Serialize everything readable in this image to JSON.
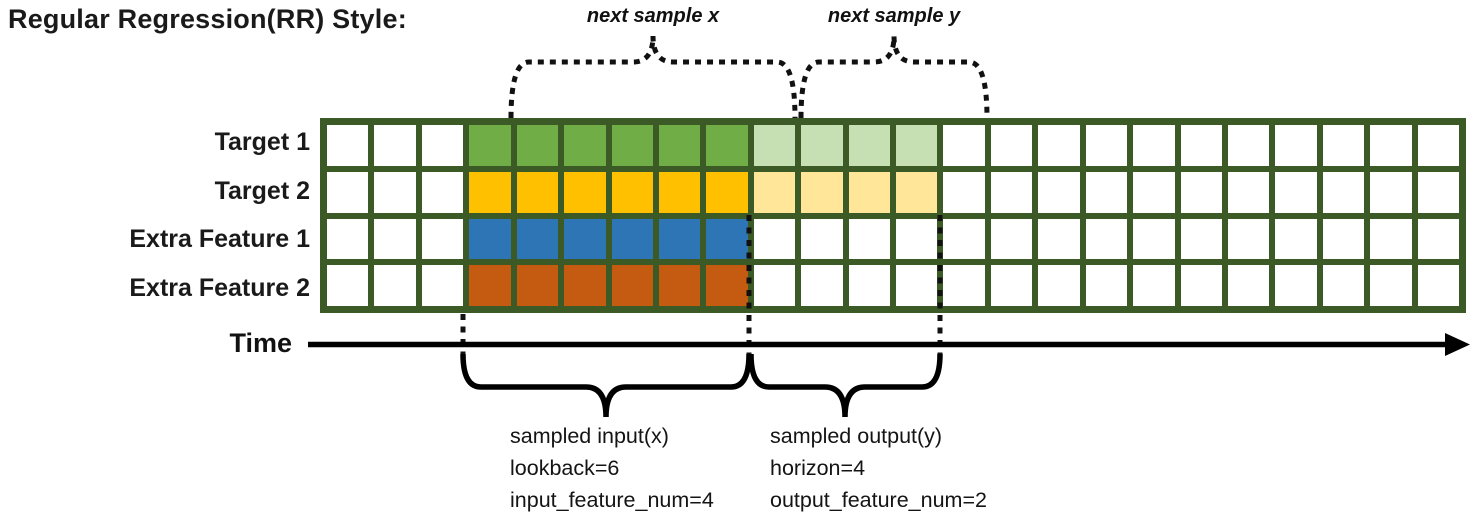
{
  "title": "Regular Regression(RR) Style:",
  "annotations": {
    "next_sample_x": "next sample x",
    "next_sample_y": "next sample y"
  },
  "time_axis": {
    "label": "Time"
  },
  "grid": {
    "columns": 24,
    "input_start": 3,
    "line_color": "#3B5A25",
    "empty_cell_color": "#FFFFFF",
    "rows": [
      {
        "label": "Target 1",
        "input_color": "#70AD47",
        "output_color": "#C6E0B4",
        "input_len": 6,
        "output_len": 4
      },
      {
        "label": "Target 2",
        "input_color": "#FFC000",
        "output_color": "#FFE699",
        "input_len": 6,
        "output_len": 4
      },
      {
        "label": "Extra Feature 1",
        "input_color": "#2E75B6",
        "output_color": null,
        "input_len": 6,
        "output_len": 0
      },
      {
        "label": "Extra Feature 2",
        "input_color": "#C55A11",
        "output_color": null,
        "input_len": 6,
        "output_len": 0
      }
    ]
  },
  "input_annotation": {
    "lines": [
      "sampled input(x)",
      "lookback=6",
      "input_feature_num=4"
    ]
  },
  "output_annotation": {
    "lines": [
      "sampled output(y)",
      "horizon=4",
      "output_feature_num=2"
    ]
  }
}
